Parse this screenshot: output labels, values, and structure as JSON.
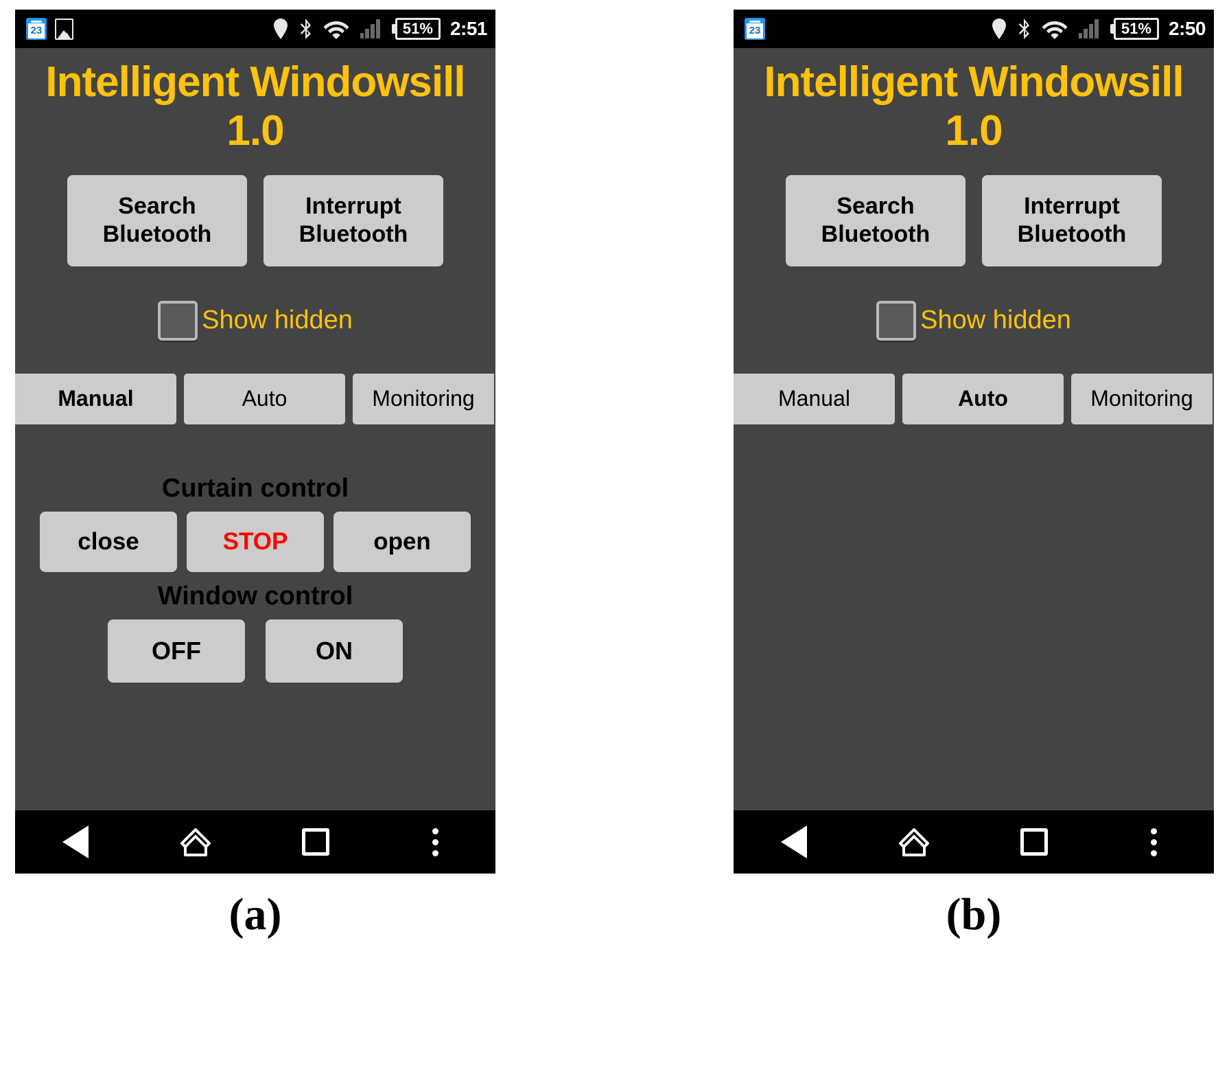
{
  "figure": {
    "panels": [
      {
        "caption": "(a)",
        "status_bar": {
          "calendar_icon_day": "23",
          "icons": [
            "calendar-icon",
            "image-icon",
            "location-icon",
            "bluetooth-icon",
            "wifi-icon",
            "signal-icon"
          ],
          "battery_level": "51%",
          "time": "2:51"
        },
        "app": {
          "title_line1": "Intelligent Windowsill",
          "title_line2": "1.0",
          "title_color": "#ffc20e",
          "bluetooth_buttons": [
            {
              "line1": "Search",
              "line2": "Bluetooth"
            },
            {
              "line1": "Interrupt",
              "line2": "Bluetooth"
            }
          ],
          "checkbox": {
            "label": "Show hidden",
            "checked": false
          },
          "tabs": [
            {
              "label": "Manual",
              "active": true
            },
            {
              "label": "Auto",
              "active": false
            },
            {
              "label": "Monitoring",
              "active": false
            }
          ],
          "curtain": {
            "label": "Curtain control",
            "buttons": [
              {
                "label": "close",
                "color": "#000000"
              },
              {
                "label": "STOP",
                "color": "#ff0000"
              },
              {
                "label": "open",
                "color": "#000000"
              }
            ]
          },
          "window": {
            "label": "Window control",
            "buttons": [
              {
                "label": "OFF"
              },
              {
                "label": "ON"
              }
            ]
          }
        },
        "nav_bar": [
          "back-icon",
          "home-icon",
          "recents-icon",
          "overflow-menu-icon"
        ]
      },
      {
        "caption": "(b)",
        "status_bar": {
          "calendar_icon_day": "23",
          "icons": [
            "calendar-icon",
            "location-icon",
            "bluetooth-icon",
            "wifi-icon",
            "signal-icon"
          ],
          "battery_level": "51%",
          "time": "2:50"
        },
        "app": {
          "title_line1": "Intelligent Windowsill",
          "title_line2": "1.0",
          "title_color": "#ffc20e",
          "bluetooth_buttons": [
            {
              "line1": "Search",
              "line2": "Bluetooth"
            },
            {
              "line1": "Interrupt",
              "line2": "Bluetooth"
            }
          ],
          "checkbox": {
            "label": "Show hidden",
            "checked": false
          },
          "tabs": [
            {
              "label": "Manual",
              "active": false
            },
            {
              "label": "Auto",
              "active": true
            },
            {
              "label": "Monitoring",
              "active": false
            }
          ],
          "curtain": null,
          "window": null
        },
        "nav_bar": [
          "back-icon",
          "home-icon",
          "recents-icon",
          "overflow-menu-icon"
        ]
      }
    ]
  }
}
